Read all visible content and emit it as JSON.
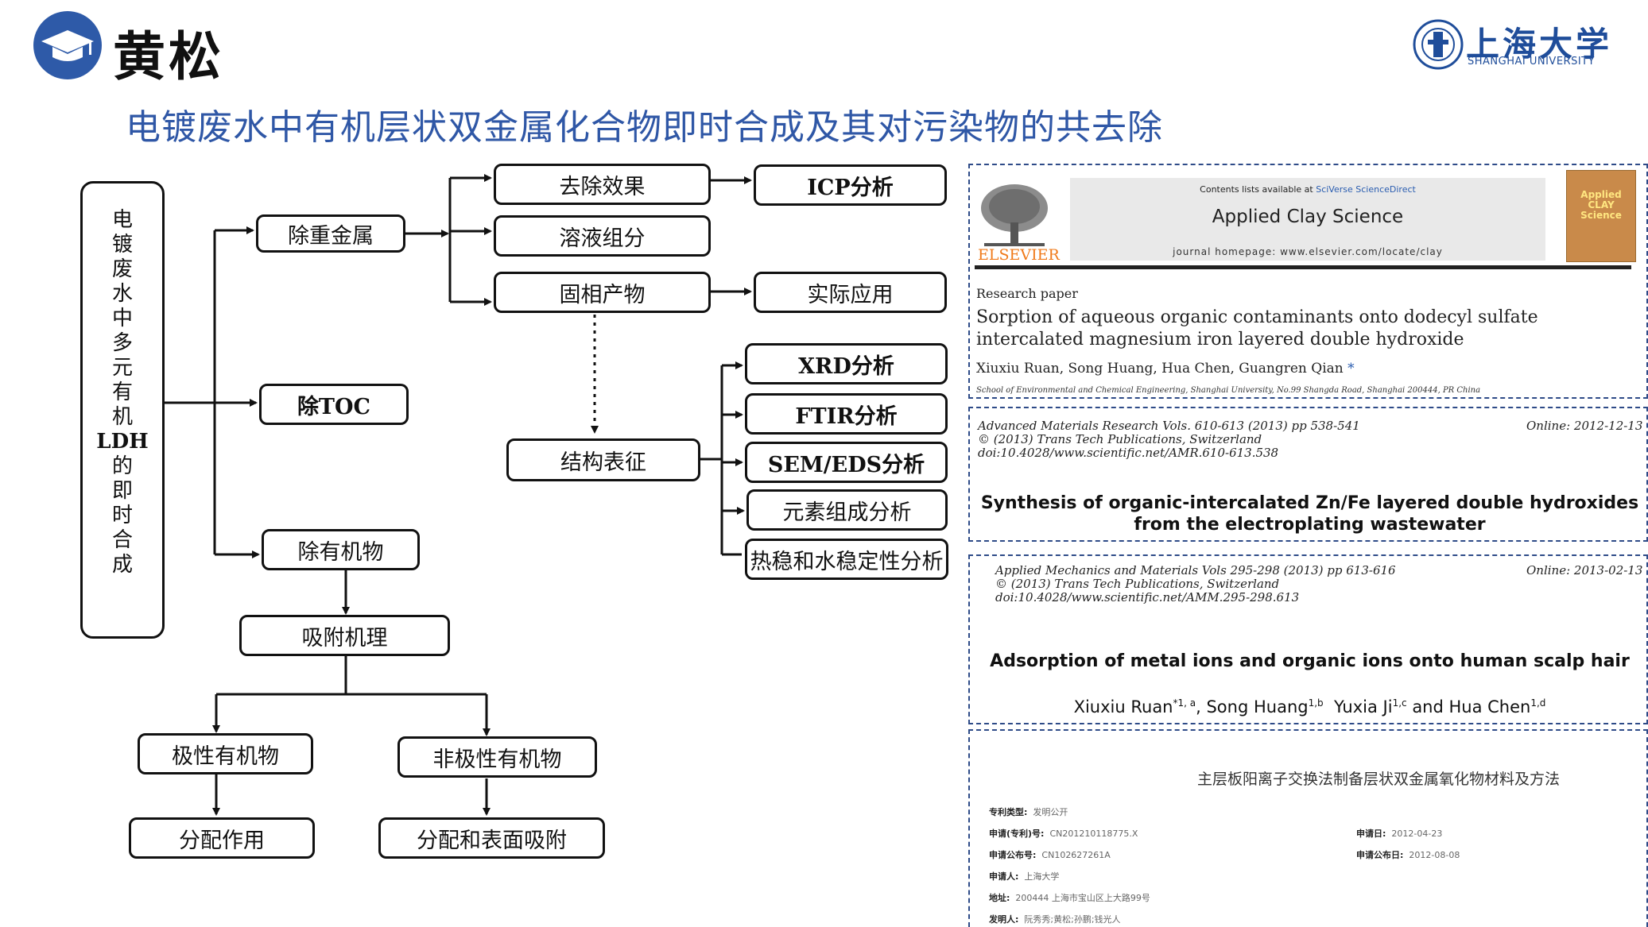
{
  "header": {
    "name": "黄松",
    "subtitle": "电镀废水中有机层状双金属化合物即时合成及其对污染物的共去除",
    "logo_cn": "上海大学",
    "logo_en": "SHANGHAI UNIVERSITY",
    "avatar_icon": "graduation-cap-icon"
  },
  "flow": {
    "root": [
      "电",
      "镀",
      "废",
      "水",
      "中",
      "多",
      "元",
      "有",
      "机",
      "LDH",
      "的",
      "即",
      "时",
      "合",
      "成"
    ],
    "heavy_metal": "除重金属",
    "toc": "除TOC",
    "organics": "除有机物",
    "removal_effect": "去除效果",
    "solution": "溶液组分",
    "solid": "固相产物",
    "icp": "ICP分析",
    "application": "实际应用",
    "structure": "结构表征",
    "xrd": "XRD分析",
    "ftir": "FTIR分析",
    "sem": "SEM/EDS分析",
    "element": "元素组成分析",
    "stability": "热稳和水稳定性分析",
    "adsorption": "吸附机理",
    "polar": "极性有机物",
    "nonpolar": "非极性有机物",
    "partition": "分配作用",
    "partition_surface": "分配和表面吸附"
  },
  "papers": {
    "p1": {
      "contents": "Contents lists available at",
      "contents_link": "SciVerse ScienceDirect",
      "journal": "Applied Clay Science",
      "homepage": "journal homepage: www.elsevier.com/locate/clay",
      "publisher": "ELSEVIER",
      "cover_text": "Applied CLAY Science",
      "type": "Research paper",
      "title": "Sorption of aqueous organic contaminants onto dodecyl sulfate intercalated magnesium iron layered double hydroxide",
      "authors": "Xiuxiu Ruan, Song Huang, Hua Chen, Guangren Qian",
      "asterisk": "*",
      "affiliation": "School of Environmental and Chemical Engineering, Shanghai University, No.99 Shangda Road, Shanghai 200444, PR China"
    },
    "p2": {
      "line1": "Advanced Materials Research Vols. 610-613 (2013) pp 538-541",
      "line2": "© (2013) Trans Tech Publications, Switzerland",
      "line3": "doi:10.4028/www.scientific.net/AMR.610-613.538",
      "online": "Online: 2012-12-13",
      "title": "Synthesis of organic-intercalated Zn/Fe layered double hydroxides from the electroplating wastewater"
    },
    "p3": {
      "line1": "Applied Mechanics and Materials Vols 295-298 (2013) pp 613-616",
      "line2": "© (2013) Trans Tech Publications, Switzerland",
      "line3": "doi:10.4028/www.scientific.net/AMM.295-298.613",
      "online": "Online: 2013-02-13",
      "title": "Adsorption of metal ions and organic ions onto human scalp hair",
      "a1": "Xiuxiu Ruan",
      "a1s": "*1, a",
      "a2": ", Song Huang",
      "a2s": "1,b",
      "a3": "Yuxia Ji",
      "a3s": "1,c",
      "a4": "and Hua Chen",
      "a4s": "1,d"
    },
    "patent": {
      "title": "主层板阳离子交换法制备层状双金属氧化物材料及方法",
      "type_label": "专利类型:",
      "type_value": "发明公开",
      "appno_label": "申请(专利)号:",
      "appno_value": "CN201210118775.X",
      "appdate_label": "申请日:",
      "appdate_value": "2012-04-23",
      "pubno_label": "申请公布号:",
      "pubno_value": "CN102627261A",
      "pubdate_label": "申请公布日:",
      "pubdate_value": "2012-08-08",
      "applicant_label": "申请人:",
      "applicant_value": "上海大学",
      "address_label": "地址:",
      "address_value": "200444 上海市宝山区上大路99号",
      "inventor_label": "发明人:",
      "inventor_value": "阮秀秀;黄松;孙鹏;钱光人"
    }
  }
}
